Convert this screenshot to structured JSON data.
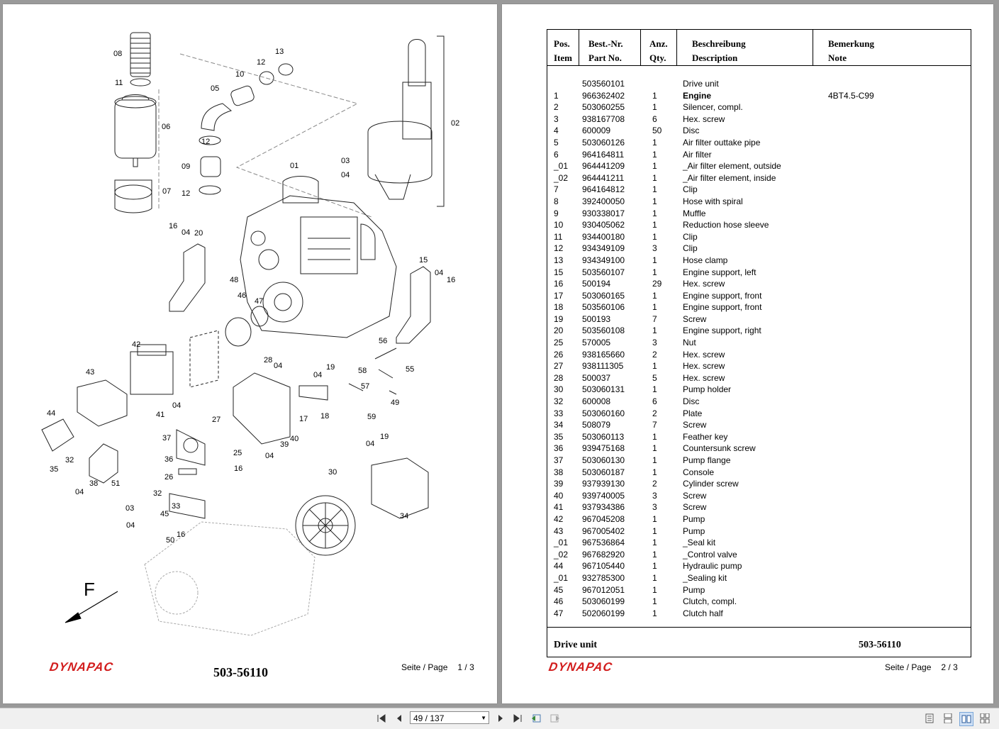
{
  "left_page": {
    "callouts": [
      "08",
      "11",
      "06",
      "07",
      "05",
      "10",
      "12",
      "13",
      "12",
      "09",
      "12",
      "02",
      "03",
      "04",
      "01",
      "16",
      "04",
      "20",
      "15",
      "04",
      "16",
      "48",
      "46",
      "47",
      "42",
      "28",
      "04",
      "19",
      "58",
      "56",
      "55",
      "43",
      "04",
      "57",
      "41",
      "04",
      "27",
      "17",
      "18",
      "49",
      "59",
      "44",
      "37",
      "19",
      "32",
      "36",
      "25",
      "04",
      "04",
      "40",
      "35",
      "26",
      "16",
      "39",
      "04",
      "38",
      "51",
      "30",
      "32",
      "33",
      "03",
      "45",
      "34",
      "04",
      "16",
      "50"
    ],
    "direction_letter": "F",
    "brand": "DYNAPAC",
    "footer_code": "503-56110",
    "page_label": "Seite / Page",
    "page_num": "1 / 3"
  },
  "right_page": {
    "headers": {
      "pos": [
        "Pos.",
        "Item"
      ],
      "part": [
        "Best.-Nr.",
        "Part No."
      ],
      "qty": [
        "Anz.",
        "Qty."
      ],
      "desc": [
        "Beschreibung",
        "Description"
      ],
      "note": [
        "Bemerkung",
        "Note"
      ]
    },
    "rows": [
      {
        "pos": "",
        "part": "503560101",
        "qty": "",
        "desc": "Drive unit",
        "note": ""
      },
      {
        "pos": "1",
        "part": "966362402",
        "qty": "1",
        "desc": "Engine",
        "note": "4BT4.5-C99",
        "bold": true
      },
      {
        "pos": "2",
        "part": "503060255",
        "qty": "1",
        "desc": "Silencer, compl.",
        "note": ""
      },
      {
        "pos": "3",
        "part": "938167708",
        "qty": "6",
        "desc": "Hex. screw",
        "note": ""
      },
      {
        "pos": "4",
        "part": "600009",
        "qty": "50",
        "desc": "Disc",
        "note": ""
      },
      {
        "pos": "5",
        "part": "503060126",
        "qty": "1",
        "desc": "Air filter outtake pipe",
        "note": ""
      },
      {
        "pos": "6",
        "part": "964164811",
        "qty": "1",
        "desc": "Air filter",
        "note": ""
      },
      {
        "pos": "_01",
        "part": "964441209",
        "qty": "1",
        "desc": "_Air filter element, outside",
        "note": ""
      },
      {
        "pos": "_02",
        "part": "964441211",
        "qty": "1",
        "desc": "_Air filter element, inside",
        "note": ""
      },
      {
        "pos": "7",
        "part": "964164812",
        "qty": "1",
        "desc": "Clip",
        "note": ""
      },
      {
        "pos": "8",
        "part": "392400050",
        "qty": "1",
        "desc": "Hose with spiral",
        "note": ""
      },
      {
        "pos": "9",
        "part": "930338017",
        "qty": "1",
        "desc": "Muffle",
        "note": ""
      },
      {
        "pos": "10",
        "part": "930405062",
        "qty": "1",
        "desc": "Reduction hose sleeve",
        "note": ""
      },
      {
        "pos": "11",
        "part": "934400180",
        "qty": "1",
        "desc": "Clip",
        "note": ""
      },
      {
        "pos": "12",
        "part": "934349109",
        "qty": "3",
        "desc": "Clip",
        "note": ""
      },
      {
        "pos": "13",
        "part": "934349100",
        "qty": "1",
        "desc": "Hose clamp",
        "note": ""
      },
      {
        "pos": "15",
        "part": "503560107",
        "qty": "1",
        "desc": "Engine support, left",
        "note": ""
      },
      {
        "pos": "16",
        "part": "500194",
        "qty": "29",
        "desc": "Hex. screw",
        "note": ""
      },
      {
        "pos": "17",
        "part": "503060165",
        "qty": "1",
        "desc": "Engine support, front",
        "note": ""
      },
      {
        "pos": "18",
        "part": "503560106",
        "qty": "1",
        "desc": "Engine support, front",
        "note": ""
      },
      {
        "pos": "19",
        "part": "500193",
        "qty": "7",
        "desc": "Screw",
        "note": ""
      },
      {
        "pos": "20",
        "part": "503560108",
        "qty": "1",
        "desc": "Engine support, right",
        "note": ""
      },
      {
        "pos": "25",
        "part": "570005",
        "qty": "3",
        "desc": "Nut",
        "note": ""
      },
      {
        "pos": "26",
        "part": "938165660",
        "qty": "2",
        "desc": "Hex. screw",
        "note": ""
      },
      {
        "pos": "27",
        "part": "938111305",
        "qty": "1",
        "desc": "Hex. screw",
        "note": ""
      },
      {
        "pos": "28",
        "part": "500037",
        "qty": "5",
        "desc": "Hex. screw",
        "note": ""
      },
      {
        "pos": "30",
        "part": "503060131",
        "qty": "1",
        "desc": "Pump holder",
        "note": ""
      },
      {
        "pos": "32",
        "part": "600008",
        "qty": "6",
        "desc": "Disc",
        "note": ""
      },
      {
        "pos": "33",
        "part": "503060160",
        "qty": "2",
        "desc": "Plate",
        "note": ""
      },
      {
        "pos": "34",
        "part": "508079",
        "qty": "7",
        "desc": "Screw",
        "note": ""
      },
      {
        "pos": "35",
        "part": "503060113",
        "qty": "1",
        "desc": "Feather key",
        "note": ""
      },
      {
        "pos": "36",
        "part": "939475168",
        "qty": "1",
        "desc": "Countersunk screw",
        "note": ""
      },
      {
        "pos": "37",
        "part": "503060130",
        "qty": "1",
        "desc": "Pump flange",
        "note": ""
      },
      {
        "pos": "38",
        "part": "503060187",
        "qty": "1",
        "desc": "Console",
        "note": ""
      },
      {
        "pos": "39",
        "part": "937939130",
        "qty": "2",
        "desc": "Cylinder screw",
        "note": ""
      },
      {
        "pos": "40",
        "part": "939740005",
        "qty": "3",
        "desc": "Screw",
        "note": ""
      },
      {
        "pos": "41",
        "part": "937934386",
        "qty": "3",
        "desc": "Screw",
        "note": ""
      },
      {
        "pos": "42",
        "part": "967045208",
        "qty": "1",
        "desc": "Pump",
        "note": ""
      },
      {
        "pos": "43",
        "part": "967005402",
        "qty": "1",
        "desc": "Pump",
        "note": ""
      },
      {
        "pos": "_01",
        "part": "967536864",
        "qty": "1",
        "desc": "_Seal kit",
        "note": ""
      },
      {
        "pos": "_02",
        "part": "967682920",
        "qty": "1",
        "desc": "_Control valve",
        "note": ""
      },
      {
        "pos": "44",
        "part": "967105440",
        "qty": "1",
        "desc": "Hydraulic pump",
        "note": ""
      },
      {
        "pos": "_01",
        "part": "932785300",
        "qty": "1",
        "desc": "_Sealing kit",
        "note": ""
      },
      {
        "pos": "45",
        "part": "967012051",
        "qty": "1",
        "desc": "Pump",
        "note": ""
      },
      {
        "pos": "46",
        "part": "503060199",
        "qty": "1",
        "desc": "Clutch, compl.",
        "note": ""
      },
      {
        "pos": "47",
        "part": "502060199",
        "qty": "1",
        "desc": "Clutch half",
        "note": ""
      }
    ],
    "footer_title": "Drive unit",
    "footer_code": "503-56110",
    "brand": "DYNAPAC",
    "page_label": "Seite / Page",
    "page_num": "2 / 3"
  },
  "toolbar": {
    "page_field": "49 / 137",
    "icons": [
      "first-page-icon",
      "prev-page-icon",
      "next-page-icon",
      "last-page-icon",
      "go-back-icon",
      "go-forward-icon",
      "single-page-view-icon",
      "continuous-view-icon",
      "two-page-view-icon",
      "two-page-continuous-view-icon"
    ]
  },
  "colors": {
    "brand_red": "#d21d1d",
    "viewer_bg": "#9a9a9a",
    "toolbar_bg": "#f0f0f0"
  }
}
